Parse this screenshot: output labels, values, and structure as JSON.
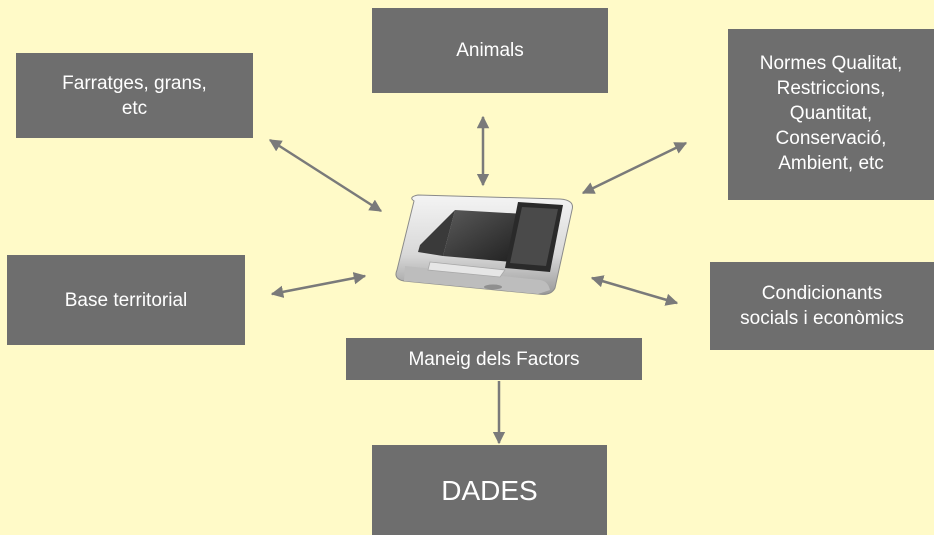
{
  "diagram": {
    "colors": {
      "background": "#FFFAC8",
      "box_fill": "#6E6E6E",
      "box_text": "#FFFFFF",
      "arrow": "#7A7A7A"
    },
    "center_icon": "computer-terminal-icon",
    "nodes": {
      "farratges": {
        "lines": [
          "Farratges, grans,",
          "etc"
        ]
      },
      "animals": {
        "lines": [
          "Animals"
        ]
      },
      "normes": {
        "lines": [
          "Normes Qualitat,",
          "Restriccions,",
          "Quantitat,",
          "Conservació,",
          "Ambient, etc"
        ]
      },
      "base": {
        "lines": [
          "Base territorial"
        ]
      },
      "condicionants": {
        "lines": [
          "Condicionants",
          "socials i econòmics"
        ]
      },
      "maneig": {
        "lines": [
          "Maneig dels Factors"
        ]
      },
      "dades": {
        "lines": [
          "DADES"
        ]
      }
    },
    "edges": [
      {
        "from": "farratges",
        "to": "center",
        "direction": "both"
      },
      {
        "from": "animals",
        "to": "center",
        "direction": "both"
      },
      {
        "from": "normes",
        "to": "center",
        "direction": "both"
      },
      {
        "from": "base",
        "to": "center",
        "direction": "both"
      },
      {
        "from": "condicionants",
        "to": "center",
        "direction": "both"
      },
      {
        "from": "maneig",
        "to": "dades",
        "direction": "forward"
      }
    ]
  }
}
